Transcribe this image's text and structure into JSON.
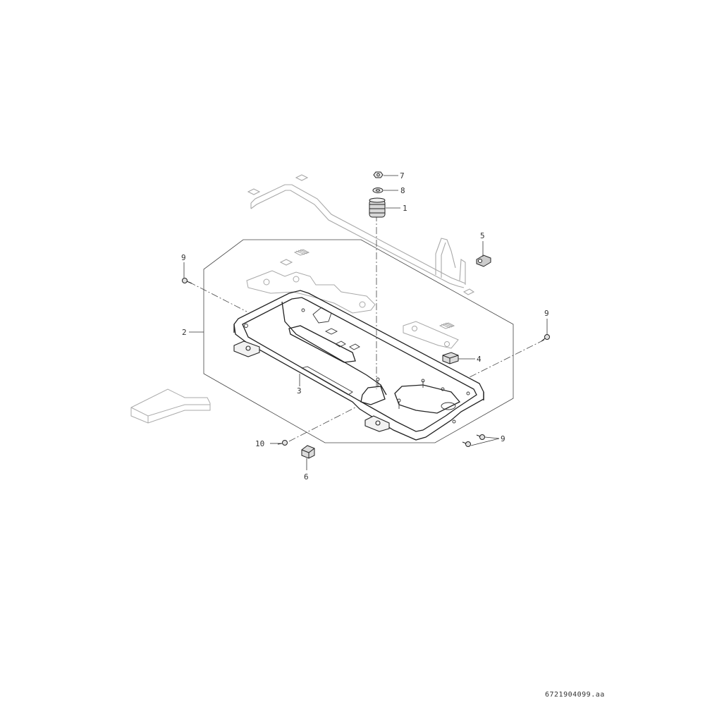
{
  "diagram": {
    "callouts": {
      "c1": "1",
      "c2": "2",
      "c3": "3",
      "c4": "4",
      "c5": "5",
      "c6": "6",
      "c7": "7",
      "c8": "8",
      "c9a": "9",
      "c9b": "9",
      "c9c": "9",
      "c10": "10"
    },
    "document_id": "6721904099.aa",
    "colors": {
      "line": "#333333",
      "light_line": "#9a9a9a",
      "fill_light": "#eeeeee",
      "fill_part": "#cfcfcf"
    }
  }
}
